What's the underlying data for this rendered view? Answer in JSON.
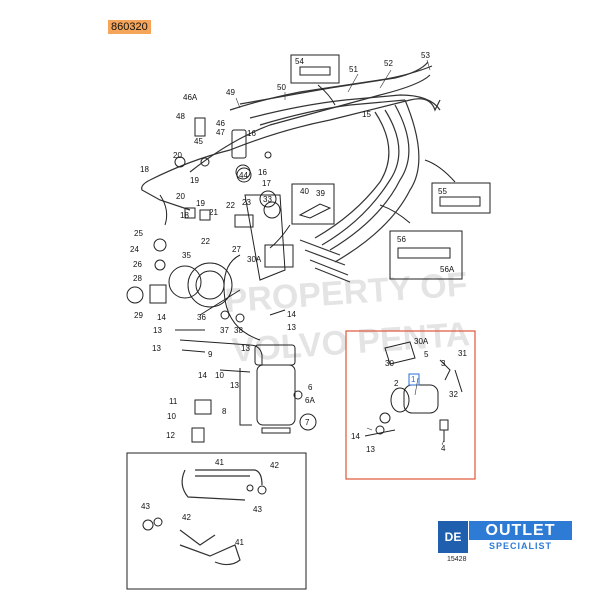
{
  "header": {
    "part_code": "860320"
  },
  "watermark": {
    "line1": "PROPERTY OF",
    "line2": "VOLVO PENTA"
  },
  "callouts": {
    "c54": "54",
    "c51": "51",
    "c52": "52",
    "c53": "53",
    "c50": "50",
    "c49": "49",
    "c46a": "46A",
    "c48": "48",
    "c46": "46",
    "c47": "47",
    "c45": "45",
    "c16a": "16",
    "c15": "15",
    "c18": "18",
    "c20": "20",
    "c19a": "19",
    "c44": "44",
    "c16b": "16",
    "c17": "17",
    "c55": "55",
    "c40": "40",
    "c39": "39",
    "c33": "33",
    "c20b": "20",
    "c19b": "19",
    "c18b": "18",
    "c21": "21",
    "c22a": "22",
    "c23": "23",
    "c22b": "22",
    "c25": "25",
    "c24": "24",
    "c26": "26",
    "c27": "27",
    "c30a1": "30A",
    "c56": "56",
    "c56a": "56A",
    "c28": "28",
    "c35": "35",
    "c29": "29",
    "c36": "36",
    "c37": "37",
    "c38": "38",
    "c14a": "14",
    "c13a": "13",
    "c14b": "14",
    "c13b": "13",
    "c13c": "13",
    "c13d": "13",
    "c9": "9",
    "c10a": "10",
    "c13e": "13",
    "c14c": "14",
    "c6": "6",
    "c6a": "6A",
    "c11": "11",
    "c10b": "10",
    "c8": "8",
    "c12": "12",
    "c7": "7",
    "c30": "30",
    "c30a2": "30A",
    "c5": "5",
    "c3": "3",
    "c31": "31",
    "c1": "1",
    "c2": "2",
    "c32": "32",
    "c14d": "14",
    "c13f": "13",
    "c4": "4",
    "c41a": "41",
    "c42a": "42",
    "c43a": "43",
    "c43b": "43",
    "c42b": "42",
    "c41b": "41"
  },
  "branding": {
    "de": "DE",
    "outlet": "OUTLET",
    "specialist": "SPECIALIST",
    "ref_number": "15428"
  },
  "colors": {
    "highlight_box": "#e0553a",
    "code_tag": "#f4a55a",
    "brand_blue": "#2e7bd6",
    "brand_dark": "#1f5fae",
    "callout_1": "#2a6fd6"
  }
}
